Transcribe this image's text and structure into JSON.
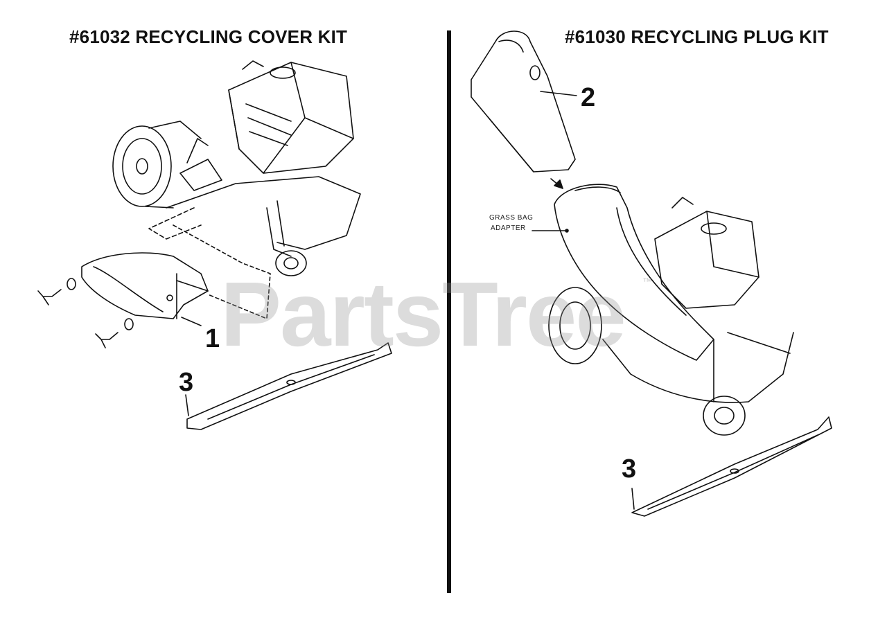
{
  "left_panel": {
    "title": "#61032 RECYCLING COVER KIT",
    "callouts": {
      "cover": "1",
      "blade": "3"
    }
  },
  "right_panel": {
    "title": "#61030 RECYCLING PLUG KIT",
    "callouts": {
      "plug": "2",
      "blade": "3"
    },
    "adapter_label_line1": "GRASS BAG",
    "adapter_label_line2": "ADAPTER"
  },
  "watermark": {
    "text": "PartsTree",
    "trademark": "™"
  }
}
